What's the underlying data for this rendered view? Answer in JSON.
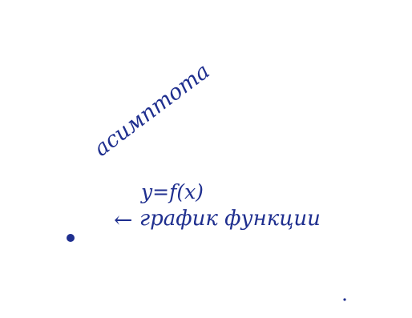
{
  "colors": {
    "ink": "#1f2f8f",
    "paper": "#ffffff"
  },
  "labels": {
    "asymptote": "асимптота",
    "function_eq": "y=f(x)",
    "graph_of_function": "график функции"
  },
  "pointer": {
    "arrow_symbol": "←"
  }
}
